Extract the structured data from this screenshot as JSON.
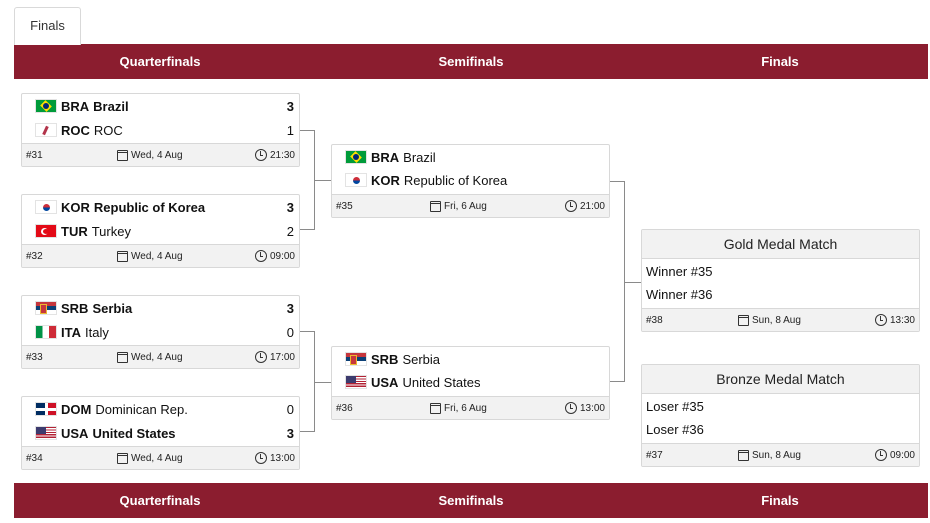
{
  "tab": {
    "label": "Finals"
  },
  "stages": [
    "Quarterfinals",
    "Semifinals",
    "Finals"
  ],
  "quarterfinals": [
    {
      "teams": [
        {
          "code": "BRA",
          "name": "Brazil",
          "score": "3",
          "winner": true,
          "flag": "brazil-flag"
        },
        {
          "code": "ROC",
          "name": "ROC",
          "score": "1",
          "winner": false,
          "flag": "roc-flag"
        }
      ],
      "number": "#31",
      "date": "Wed, 4 Aug",
      "time": "21:30"
    },
    {
      "teams": [
        {
          "code": "KOR",
          "name": "Republic of Korea",
          "score": "3",
          "winner": true,
          "flag": "korea-flag"
        },
        {
          "code": "TUR",
          "name": "Turkey",
          "score": "2",
          "winner": false,
          "flag": "turkey-flag"
        }
      ],
      "number": "#32",
      "date": "Wed, 4 Aug",
      "time": "09:00"
    },
    {
      "teams": [
        {
          "code": "SRB",
          "name": "Serbia",
          "score": "3",
          "winner": true,
          "flag": "serbia-flag"
        },
        {
          "code": "ITA",
          "name": "Italy",
          "score": "0",
          "winner": false,
          "flag": "italy-flag"
        }
      ],
      "number": "#33",
      "date": "Wed, 4 Aug",
      "time": "17:00"
    },
    {
      "teams": [
        {
          "code": "DOM",
          "name": "Dominican Rep.",
          "score": "0",
          "winner": false,
          "flag": "dominican-flag"
        },
        {
          "code": "USA",
          "name": "United States",
          "score": "3",
          "winner": true,
          "flag": "usa-flag"
        }
      ],
      "number": "#34",
      "date": "Wed, 4 Aug",
      "time": "13:00"
    }
  ],
  "semifinals": [
    {
      "teams": [
        {
          "code": "BRA",
          "name": "Brazil",
          "flag": "brazil-flag"
        },
        {
          "code": "KOR",
          "name": "Republic of Korea",
          "flag": "korea-flag"
        }
      ],
      "number": "#35",
      "date": "Fri, 6 Aug",
      "time": "21:00"
    },
    {
      "teams": [
        {
          "code": "SRB",
          "name": "Serbia",
          "flag": "serbia-flag"
        },
        {
          "code": "USA",
          "name": "United States",
          "flag": "usa-flag"
        }
      ],
      "number": "#36",
      "date": "Fri, 6 Aug",
      "time": "13:00"
    }
  ],
  "finals": [
    {
      "title": "Gold Medal Match",
      "slots": [
        "Winner #35",
        "Winner #36"
      ],
      "number": "#38",
      "date": "Sun, 8 Aug",
      "time": "13:30"
    },
    {
      "title": "Bronze Medal Match",
      "slots": [
        "Loser #35",
        "Loser #36"
      ],
      "number": "#37",
      "date": "Sun, 8 Aug",
      "time": "09:00"
    }
  ],
  "colors": {
    "stage_bar": "#8b1d2f",
    "meta_bg": "#f2f2f2",
    "connector": "#8a8a8a"
  }
}
